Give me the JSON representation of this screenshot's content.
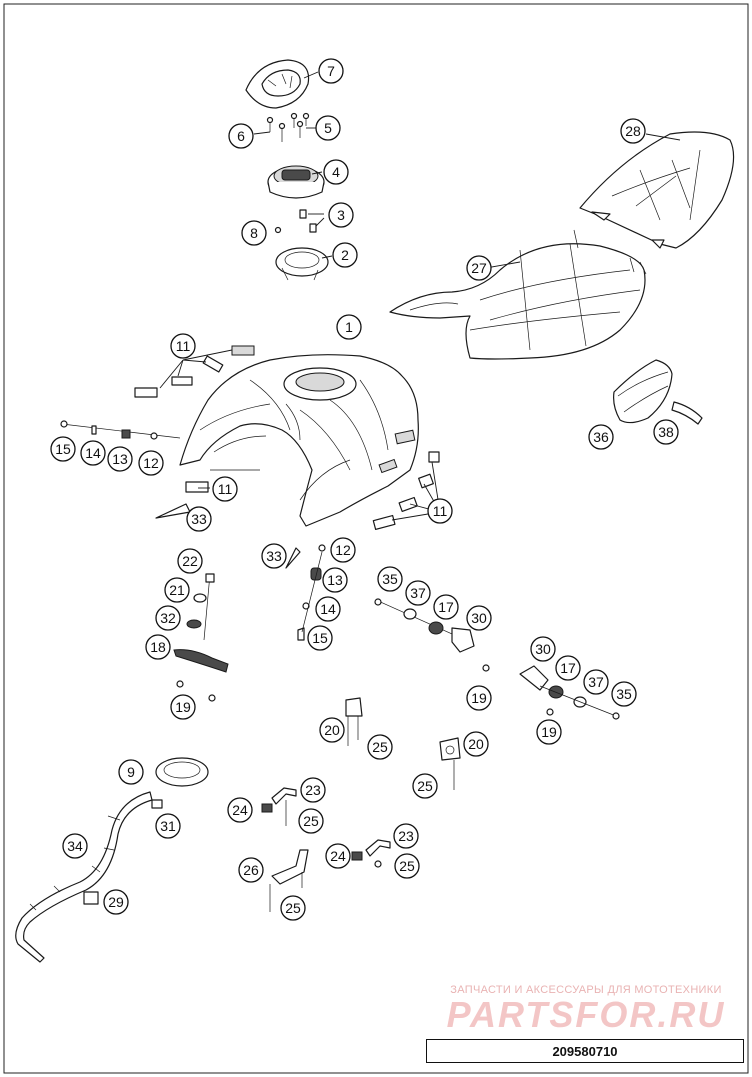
{
  "diagram": {
    "reference_number": "209580710",
    "watermark_caption": "ЗАПЧАСТИ И АКСЕССУАРЫ ДЛЯ МОТОТЕХНИКИ",
    "watermark_logo": "PARTSFOR.RU",
    "callout_labels": [
      "1",
      "2",
      "3",
      "4",
      "5",
      "6",
      "7",
      "8",
      "9",
      "11",
      "12",
      "13",
      "14",
      "15",
      "17",
      "18",
      "19",
      "20",
      "21",
      "22",
      "23",
      "24",
      "25",
      "26",
      "27",
      "28",
      "29",
      "30",
      "31",
      "32",
      "33",
      "34",
      "35",
      "36",
      "37",
      "38"
    ]
  }
}
